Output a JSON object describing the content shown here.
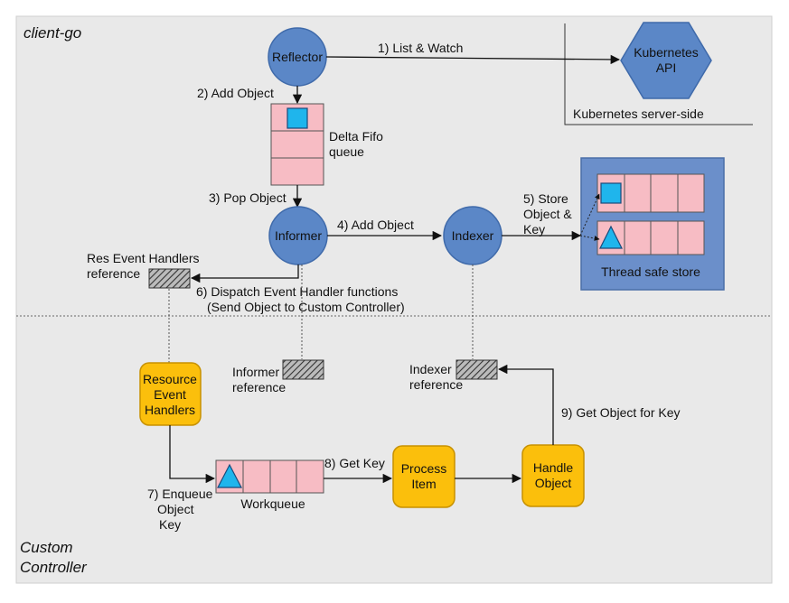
{
  "regions": {
    "top": "client-go",
    "bottom_line1": "Custom",
    "bottom_line2": "Controller"
  },
  "server_side": {
    "api_line1": "Kubernetes",
    "api_line2": "API",
    "label": "Kubernetes server-side"
  },
  "nodes": {
    "reflector": "Reflector",
    "informer": "Informer",
    "indexer": "Indexer",
    "resource_handlers": [
      "Resource",
      "Event",
      "Handlers"
    ],
    "process_item": [
      "Process",
      "Item"
    ],
    "handle_object": [
      "Handle",
      "Object"
    ]
  },
  "stores": {
    "delta_fifo": [
      "Delta Fifo",
      "queue"
    ],
    "thread_safe": "Thread safe store",
    "workqueue": "Workqueue"
  },
  "references": {
    "res_event": [
      "Res Event Handlers",
      "reference"
    ],
    "informer": [
      "Informer",
      "reference"
    ],
    "indexer": [
      "Indexer",
      "reference"
    ]
  },
  "steps": {
    "s1": "1) List & Watch",
    "s2": "2) Add Object",
    "s3": "3) Pop Object",
    "s4": "4) Add Object",
    "s5": [
      "5) Store",
      "Object &",
      "Key"
    ],
    "s6": [
      "6) Dispatch Event Handler functions",
      "(Send Object to Custom Controller)"
    ],
    "s7": [
      "7) Enqueue",
      "Object",
      "Key"
    ],
    "s8": "8) Get Key",
    "s9": "9) Get Object for Key"
  },
  "colors": {
    "background": "#e9e9e9",
    "node_blue": "#5b87c7",
    "node_stroke": "#3f6aaa",
    "yellow": "#fbbf0c",
    "yellow_stroke": "#c79100",
    "pink": "#f7bcc4",
    "pink_stroke": "#555555",
    "cyan": "#1fb5ec",
    "store_blue": "#6b8fca"
  }
}
